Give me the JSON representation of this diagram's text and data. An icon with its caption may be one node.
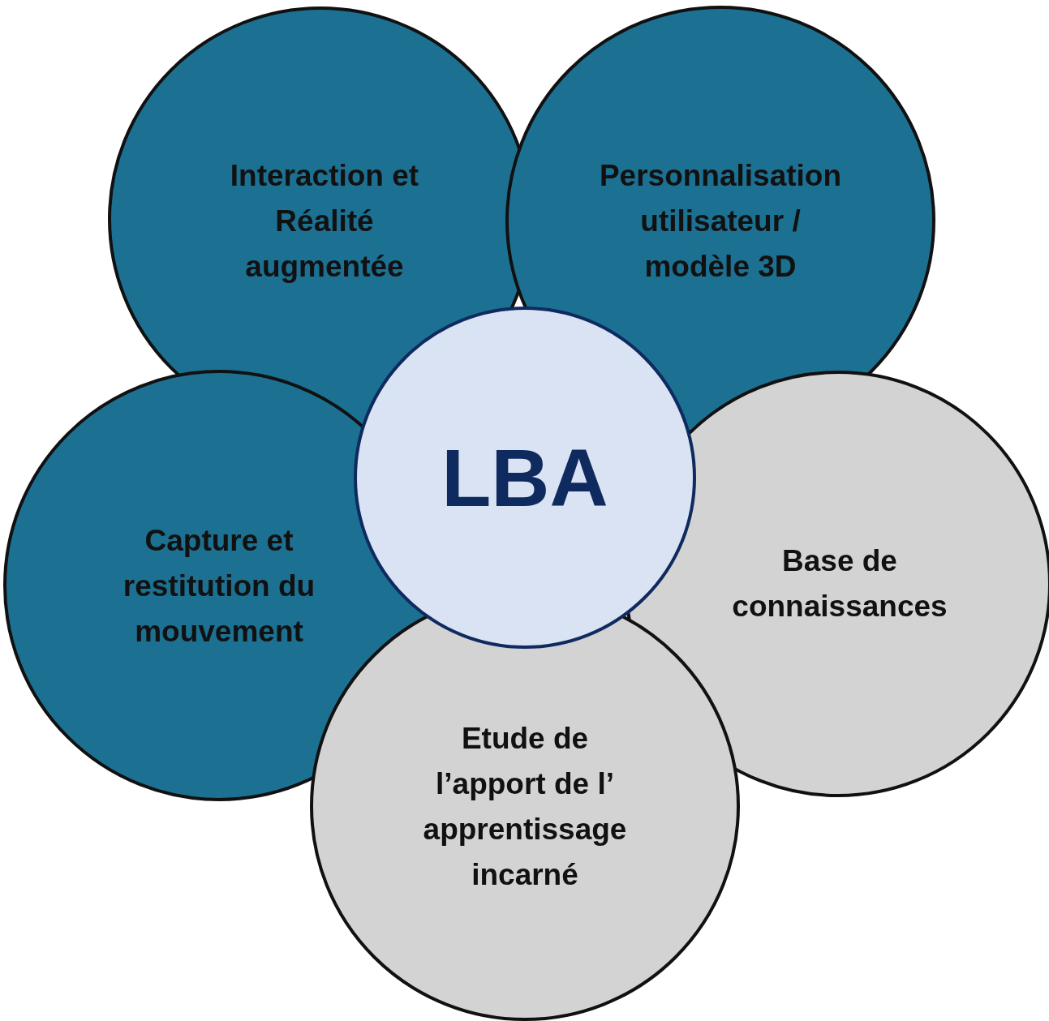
{
  "diagram": {
    "nodes": [
      {
        "text": [
          "Interaction et Réalité augmentée"
        ]
      },
      {
        "text": [
          "Personnalisation utilisateur / modèle 3D"
        ]
      },
      {
        "text": [
          "LBA"
        ]
      },
      {
        "text": [
          "Capture et restitution du mouvement"
        ]
      },
      {
        "text": [
          "Base de connaissances"
        ]
      },
      {
        "text": [
          "Etude de l’apport de l’ apprentissage incarné"
        ]
      }
    ]
  }
}
